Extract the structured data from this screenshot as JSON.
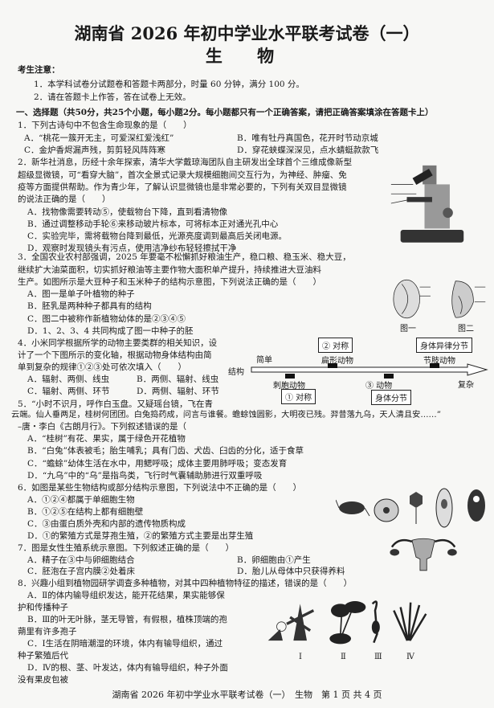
{
  "title": "湖南省 2026 年初中学业水平联考试卷（一）",
  "subject": "生 物",
  "notes": {
    "heading": "考生注意：",
    "items": [
      "1．本学科试卷分试题卷和答题卡两部分，时量 60 分钟，满分 100 分。",
      "2．请在答题卡上作答，答在试卷上无效。"
    ]
  },
  "section": "一、选择题（共50分，共25个小题，每小题2分。每小题都只有一个正确答案，请把正确答案填涂在答题卡上）",
  "q1": {
    "stem": "1．下列古诗句中不包含生命现象的是（　　）",
    "A": "A．“桃花一簇开无主，可爱深红爱浅红”",
    "B": "B．唯有牡丹真国色，花开时节动京城",
    "C": "C．金炉香烬漏声残，剪剪轻风阵阵寒",
    "D": "D．穿花蛱蝶深深见，点水蜻蜓款款飞"
  },
  "q2": {
    "stem": [
      "2．新华社消息，历经十余年探索，清华大学戴琼海团队自主研发出全球首个三维成像新型",
      "超级显微镜，可“看穿大脑”，首次全景式记录大规模细胞间交互行为，为神经、肿瘤、免",
      "疫等方面提供帮助。作为青少年，了解认识显微镜也是非常必要的，下列有关双目显微镜",
      "的说法正确的是（　　）"
    ],
    "A": "A．找物像需要转动⑤，使载物台下降，直到看清物像",
    "B": "B．通过调整移动手轮⑥来移动玻片标本，可将标本正对通光孔中心",
    "C": "C．实验完毕，需将载物台降到最低，光源亮度调到最高后关闭电源。",
    "D": "D．观察时发现镜头有污点，使用洁净纱布轻轻擦拭干净"
  },
  "q3": {
    "stem": [
      "3．全国农业农村部强调，2025 年要毫不松懈抓好粮油生产，稳口粮、稳玉米、稳大豆，",
      "继续扩大油菜面积，切实抓好粮油等主要作物大面积单产提升，持续推进大豆油料",
      "生产。如图所示是大豆种子和玉米种子的结构示意图，下列说法正确的是（　　）"
    ],
    "A": "A．图一是单子叶植物的种子",
    "B": "B．胚乳是两种种子都具有的结构",
    "C": "C．图二中被称作新植物幼体的是②③④⑤",
    "D": "D．1、2、3、4 共同构成了图一中种子的胚",
    "fig1": "图一",
    "fig2": "图二"
  },
  "q4": {
    "stem": [
      "4．小米同学根据所学的动物主要类群的相关知识，设",
      "计了一个下图所示的变化轴，根据动物身体结构由简",
      "单到复杂的规律①②③处可依次填入（　　）"
    ],
    "A": "A．辐射、两侧、线虫",
    "B": "B．两侧、辐射、线虫",
    "C": "C．辐射、两侧、环节",
    "D": "D．两侧、辐射、环节",
    "axis": {
      "label": "结构",
      "simple": "简单",
      "complex": "复杂",
      "box2": "② 对称",
      "flat": "扁形动物",
      "box_seg": "身体异律分节",
      "arthro": "节肢动物",
      "cnid": "刺胞动物",
      "box1": "① 对称",
      "animal3": "③ 动物",
      "box3": "身体分节"
    }
  },
  "q5": {
    "stem": [
      "5．“小时不识月，呼作白玉盘。又疑瑶台镜，飞在青",
      "云端。仙人垂两足，桂树何团团。白兔捣药成，问言与谁餐。蟾蜍蚀圆影，大明夜已残。羿昔落九乌，天人清且安……”",
      "–唐・李白《古朗月行》。下列叙述错误的是（"
    ],
    "A": "A．“桂树”有花、果实，属于绿色开花植物",
    "B": "B．“白兔”体表被毛；胎生哺乳；具有门齿、犬齿、臼齿的分化，适于食草",
    "C": "C．“蟾蜍”幼体生活在水中，用鳃呼吸；成体主要用肺呼吸；变态发育",
    "D": "D．“九乌”中的“乌”是指鸟类，飞行时气囊辅助肺进行双重呼吸"
  },
  "q6": {
    "stem": "6．如图是某些生物结构或部分结构示意图，下列说法中不正确的是（　　）",
    "A": "A．①②④都属于单细胞生物",
    "B": "B．①②⑤在结构上都有细胞壁",
    "C": "C．③由蛋白质外壳和内部的遗传物质构成",
    "D": "D．①的繁殖方式是芽孢生殖，②的繁殖方式主要是出芽生殖"
  },
  "q7": {
    "stem": "7．图是女性生殖系统示意图。下列叙述正确的是（　　）",
    "A": "A．精子在③中与卵细胞结合",
    "B": "B．卵细胞由①产生",
    "C": "C．胚泡在子宫内膜②处着床",
    "D": "D．胎儿从母体中只获得养料"
  },
  "q8": {
    "stem": "8．兴趣小组到植物园研学调查多种植物，对其中四种植物特征的描述，错误的是（　　）",
    "A": [
      "A．Ⅱ的体内输导组织发达，能开花结果，果实能够保",
      "护和传播种子"
    ],
    "B": [
      "B．Ⅲ的叶无叶脉，茎无导管，有假根，植株顶端的孢",
      "蒴里有许多孢子"
    ],
    "C": [
      "C．Ⅰ生活在阴暗潮湿的环境，体内有输导组织，通过",
      "种子繁殖后代"
    ],
    "D": [
      "D．Ⅳ的根、茎、叶发达，体内有输导组织，种子外面",
      "没有果皮包被"
    ],
    "labels": [
      "Ⅰ",
      "Ⅱ",
      "Ⅲ",
      "Ⅳ"
    ]
  },
  "footer": "湖南省 2026 年初中学业水平联考试卷（一）　生物　第 1 页 共 4 页"
}
